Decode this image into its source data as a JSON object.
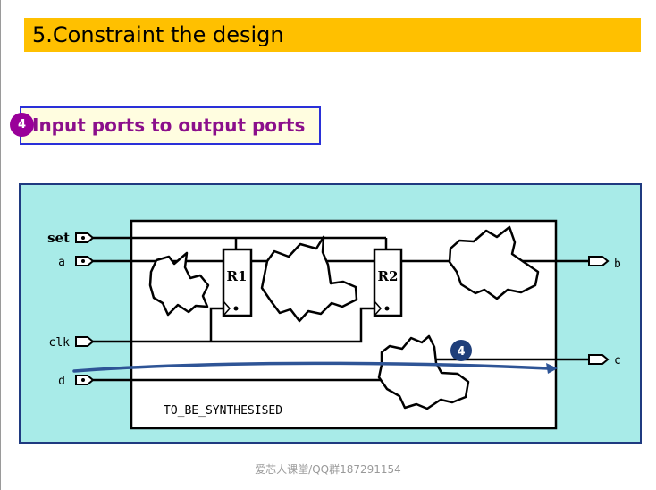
{
  "slide": {
    "title": "5.Constraint the design",
    "subtitle": "Input ports to output ports",
    "subtitle_badge": "4",
    "footer": "爱芯人课堂/QQ群187291154"
  },
  "diagram": {
    "ports": {
      "set": "set",
      "a": "a",
      "clk": "clk",
      "d": "d",
      "b": "b",
      "c": "c"
    },
    "registers": {
      "r1": "R1",
      "r2": "R2"
    },
    "module_label": "TO_BE_SYNTHESISED",
    "path_badge": "4",
    "colors": {
      "panel_bg": "#a8ebe8",
      "panel_border": "#1f3a80",
      "path_arrow": "#2e5496",
      "badge_blue": "#1f3f7a",
      "badge_purple": "#990099",
      "title_bg": "#ffc000"
    }
  }
}
